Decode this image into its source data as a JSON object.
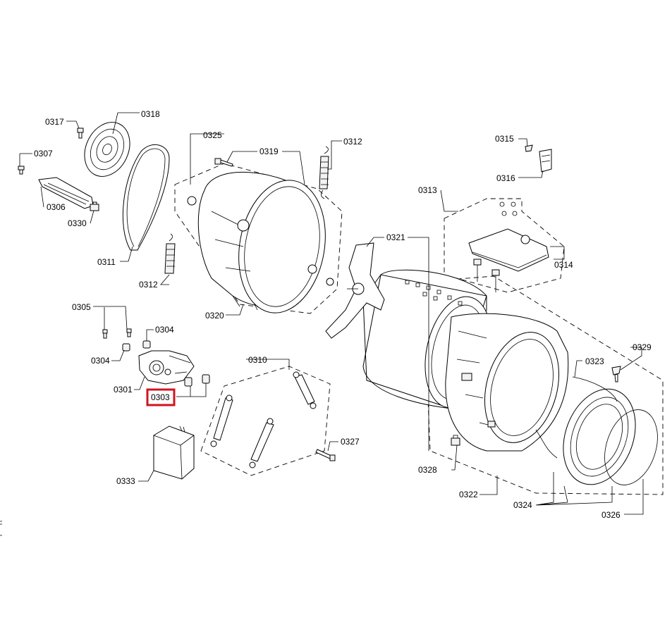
{
  "diagram": {
    "labels": {
      "l0301": "0301",
      "l0303": "0303",
      "l0304a": "0304",
      "l0304b": "0304",
      "l0305": "0305",
      "l0306": "0306",
      "l0307": "0307",
      "l0310": "0310",
      "l0311": "0311",
      "l0312a": "0312",
      "l0312b": "0312",
      "l0313": "0313",
      "l0314": "0314",
      "l0315": "0315",
      "l0316": "0316",
      "l0317": "0317",
      "l0318": "0318",
      "l0319": "0319",
      "l0320": "0320",
      "l0321": "0321",
      "l0322": "0322",
      "l0323": "0323",
      "l0324": "0324",
      "l0325": "0325",
      "l0326": "0326",
      "l0327": "0327",
      "l0328": "0328",
      "l0329": "0329",
      "l0330": "0330",
      "l0333": "0333"
    },
    "highlighted_part": "0303",
    "highlight_color": "#d0141e",
    "line_color": "#000000"
  }
}
